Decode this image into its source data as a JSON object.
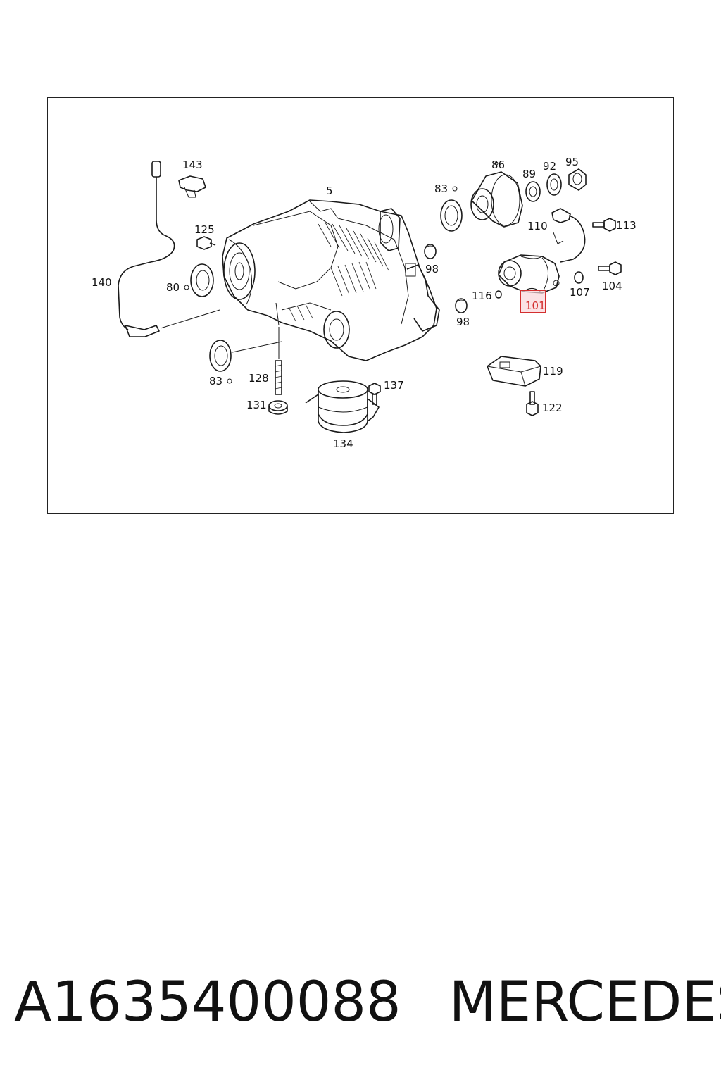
{
  "diagram": {
    "highlight_color": "#d32f2f",
    "highlight_fill": "#f9d6da",
    "highlighted_part": "101",
    "callouts": {
      "c5": "5",
      "c143": "143",
      "c125": "125",
      "c140": "140",
      "c80": "80",
      "c83a": "83",
      "c83b": "83",
      "c86": "86",
      "c89": "89",
      "c92": "92",
      "c95": "95",
      "c98a": "98",
      "c98b": "98",
      "c110": "110",
      "c113": "113",
      "c116": "116",
      "c101": "101",
      "c107": "107",
      "c104": "104",
      "c119": "119",
      "c122": "122",
      "c128": "128",
      "c131": "131",
      "c137": "137",
      "c134": "134"
    }
  },
  "caption": {
    "part_number": "A1635400088",
    "brand": "MERCEDES"
  }
}
